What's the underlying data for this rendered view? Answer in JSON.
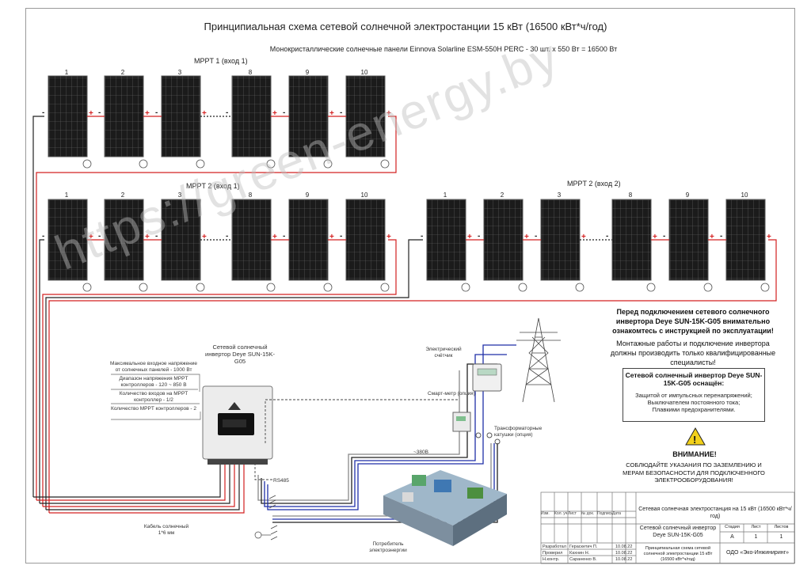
{
  "title": "Принципиальная схема сетевой солнечной электростанции 15 кВт (16500 кВт*ч/год)",
  "subtitle": "Монокристаллические  солнечные панели Einnova Solarline ESM-550H PERC - 30 шт. х 550 Вт = 16500 Вт",
  "strings": [
    {
      "label": "MPPT 1 (вход 1)",
      "panels": [
        "1",
        "2",
        "3",
        "8",
        "9",
        "10"
      ]
    },
    {
      "label": "MPPT 2 (вход 1)",
      "panels": [
        "1",
        "2",
        "3",
        "8",
        "9",
        "10"
      ]
    },
    {
      "label": "MPPT 2 (вход 2)",
      "panels": [
        "1",
        "2",
        "3",
        "8",
        "9",
        "10"
      ]
    }
  ],
  "inverter": {
    "title": "Сетевой солнечный инвертор Deye SUN-15K-G05",
    "specs": [
      "Максимальное входное напряжение от солнечных панелей - 1000 Вт",
      "Диапазон напряжения MPPT контроллеров - 120 ~ 850 В",
      "Количество входов на  MPPT контроллер - 1/2",
      "Количество MPPT контроллеров - 2"
    ]
  },
  "labels": {
    "meter": "Электрический счётчик",
    "smart_meter": "Смарт-метр (опция)",
    "transformers": "Трансформаторные катушки (опция)",
    "voltage": "~380В",
    "rs485": "RS485",
    "cable": "Кабель солнечный 1*6 мм",
    "consumer": "Потребитель электроэнергии"
  },
  "notes": {
    "warning_top": "Перед подключением сетевого солнечного инвертора Deye SUN-15K-G05 внимательно ознакомтесь с инструкцией по эксплуатации!",
    "install": "Монтажные работы и подключение инвертора должны производить только квалифицированные специалисты!",
    "equipped_title": "Сетевой солнечный инвертор Deye SUN-15K-G05 оснащён:",
    "equipped_items": [
      "Защитой от импульсных перенапряжений;",
      "Выключателем постоянного тока;",
      "Плавкими предохранителями."
    ],
    "attention": "ВНИМАНИЕ!",
    "grounding": "СОБЛЮДАЙТЕ УКАЗАНИЯ ПО ЗАЗЕМЛЕНИЮ И МЕРАМ БЕЗОПАСНОСТИ ДЛЯ ПОДКЛЮЧЕННОГО ЭЛЕКТРООБОРУДОВАНИЯ!"
  },
  "stamp": {
    "project": "Сетевая солнечная электростанция на 15 кВт (16500 кВт*ч/год)",
    "inverter": "Сетевой солнечный инвертор Deye SUN-15K-G05",
    "stage_h": "Стадия",
    "sheet_h": "Лист",
    "sheets_h": "Листов",
    "stage": "А",
    "sheet": "1",
    "sheets": "1",
    "desc": "Принципиальная схема сетевой солнечной электростанции 15 кВт (16500 кВт*ч/год)",
    "company": "ОДО «Эко-Инжиниринг»",
    "cols": [
      "Изм.",
      "Кол. уч.",
      "Лист",
      "№ док.",
      "Подпись",
      "Дата"
    ],
    "rows": [
      {
        "role": "Разработал",
        "name": "Гераскетич П.",
        "date": "10.08.22"
      },
      {
        "role": "Проверил",
        "name": "Кахнин Н.",
        "date": "10.08.22"
      },
      {
        "role": "Н.контр.",
        "name": "Сараненко В.",
        "date": "10.08.22"
      }
    ]
  },
  "watermark": "https://green-energy.by",
  "colors": {
    "positive": "#d32020",
    "negative": "#222222",
    "panel": "#1b1b1b",
    "grid_line": "#1f2fa8"
  }
}
